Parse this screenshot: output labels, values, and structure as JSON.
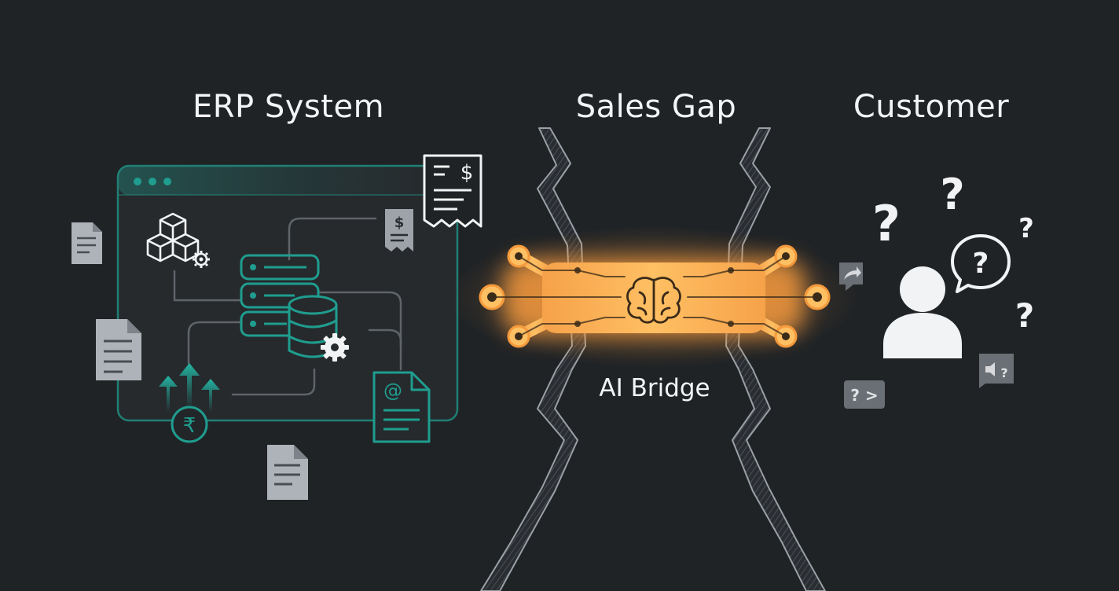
{
  "labels": {
    "erp_system": "ERP System",
    "sales_gap": "Sales Gap",
    "customer": "Customer",
    "ai_bridge": "AI Bridge"
  },
  "glyphs": {
    "currency": "₹",
    "dollar": "$",
    "at": "@",
    "question": "?",
    "chat_question": "? >",
    "speaker_question": "?"
  },
  "colors": {
    "background": "#202326",
    "erp_teal": "#1f9d8f",
    "bridge_orange": "#f59a3c",
    "bridge_core": "#ffb24a",
    "icon_grey": "#b8bcc2",
    "text": "#f3f4f5"
  },
  "icons": [
    "browser-window-icon",
    "cubes-gear-icon",
    "server-stack-icon",
    "database-gear-icon",
    "receipt-dollar-icon",
    "invoice-dollar-icon",
    "document-icon",
    "email-document-icon",
    "rupee-growth-icon",
    "brain-icon",
    "user-icon",
    "question-bubble-icon",
    "share-icon",
    "chat-question-icon",
    "speaker-question-icon"
  ]
}
